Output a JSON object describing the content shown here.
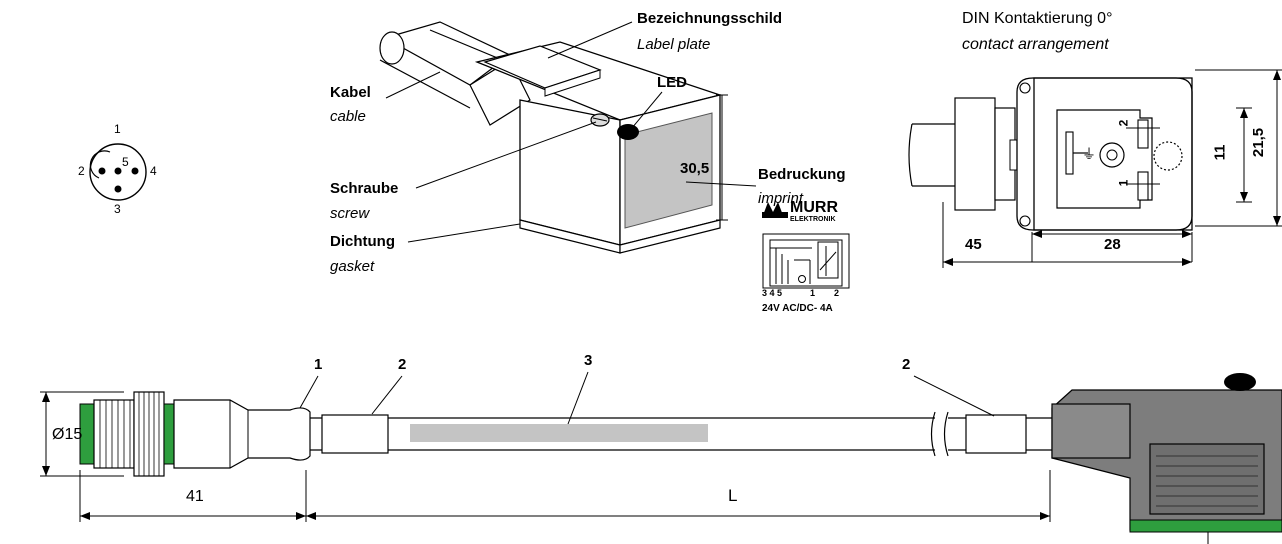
{
  "pin_diagram": {
    "pin1": "1",
    "pin2": "2",
    "pin3": "3",
    "pin4": "4",
    "pin5": "5"
  },
  "labels": {
    "label_plate_de": "Bezeichnungsschild",
    "label_plate_en": "Label plate",
    "led": "LED",
    "cable_de": "Kabel",
    "cable_en": "cable",
    "screw_de": "Schraube",
    "screw_en": "screw",
    "gasket_de": "Dichtung",
    "gasket_en": "gasket",
    "imprint_de": "Bedruckung",
    "imprint_en": "imprint",
    "height_dim": "30,5"
  },
  "logo": {
    "brand": "MURR",
    "sub": "ELEKTRONIK"
  },
  "schematic": {
    "terminals": "3 4 5",
    "pin_1": "1",
    "pin_2": "2",
    "rating": "24V AC/DC- 4A"
  },
  "din_view": {
    "title_de": "DIN Kontaktierung 0°",
    "title_en": "contact arrangement",
    "dim_11": "11",
    "dim_21_5": "21,5",
    "dim_28": "28",
    "dim_45": "45",
    "pin_label_1": "1",
    "pin_label_2": "2",
    "ground_symbol": "⏚"
  },
  "cable_assembly": {
    "callout_1": "1",
    "callout_2a": "2",
    "callout_3": "3",
    "callout_2b": "2",
    "diameter": "Ø15",
    "length_41": "41",
    "length_L": "L"
  },
  "colors": {
    "green": "#2e9e3e",
    "grey_body": "#7d7d7d",
    "imprint_grey": "#c4c4c4"
  }
}
